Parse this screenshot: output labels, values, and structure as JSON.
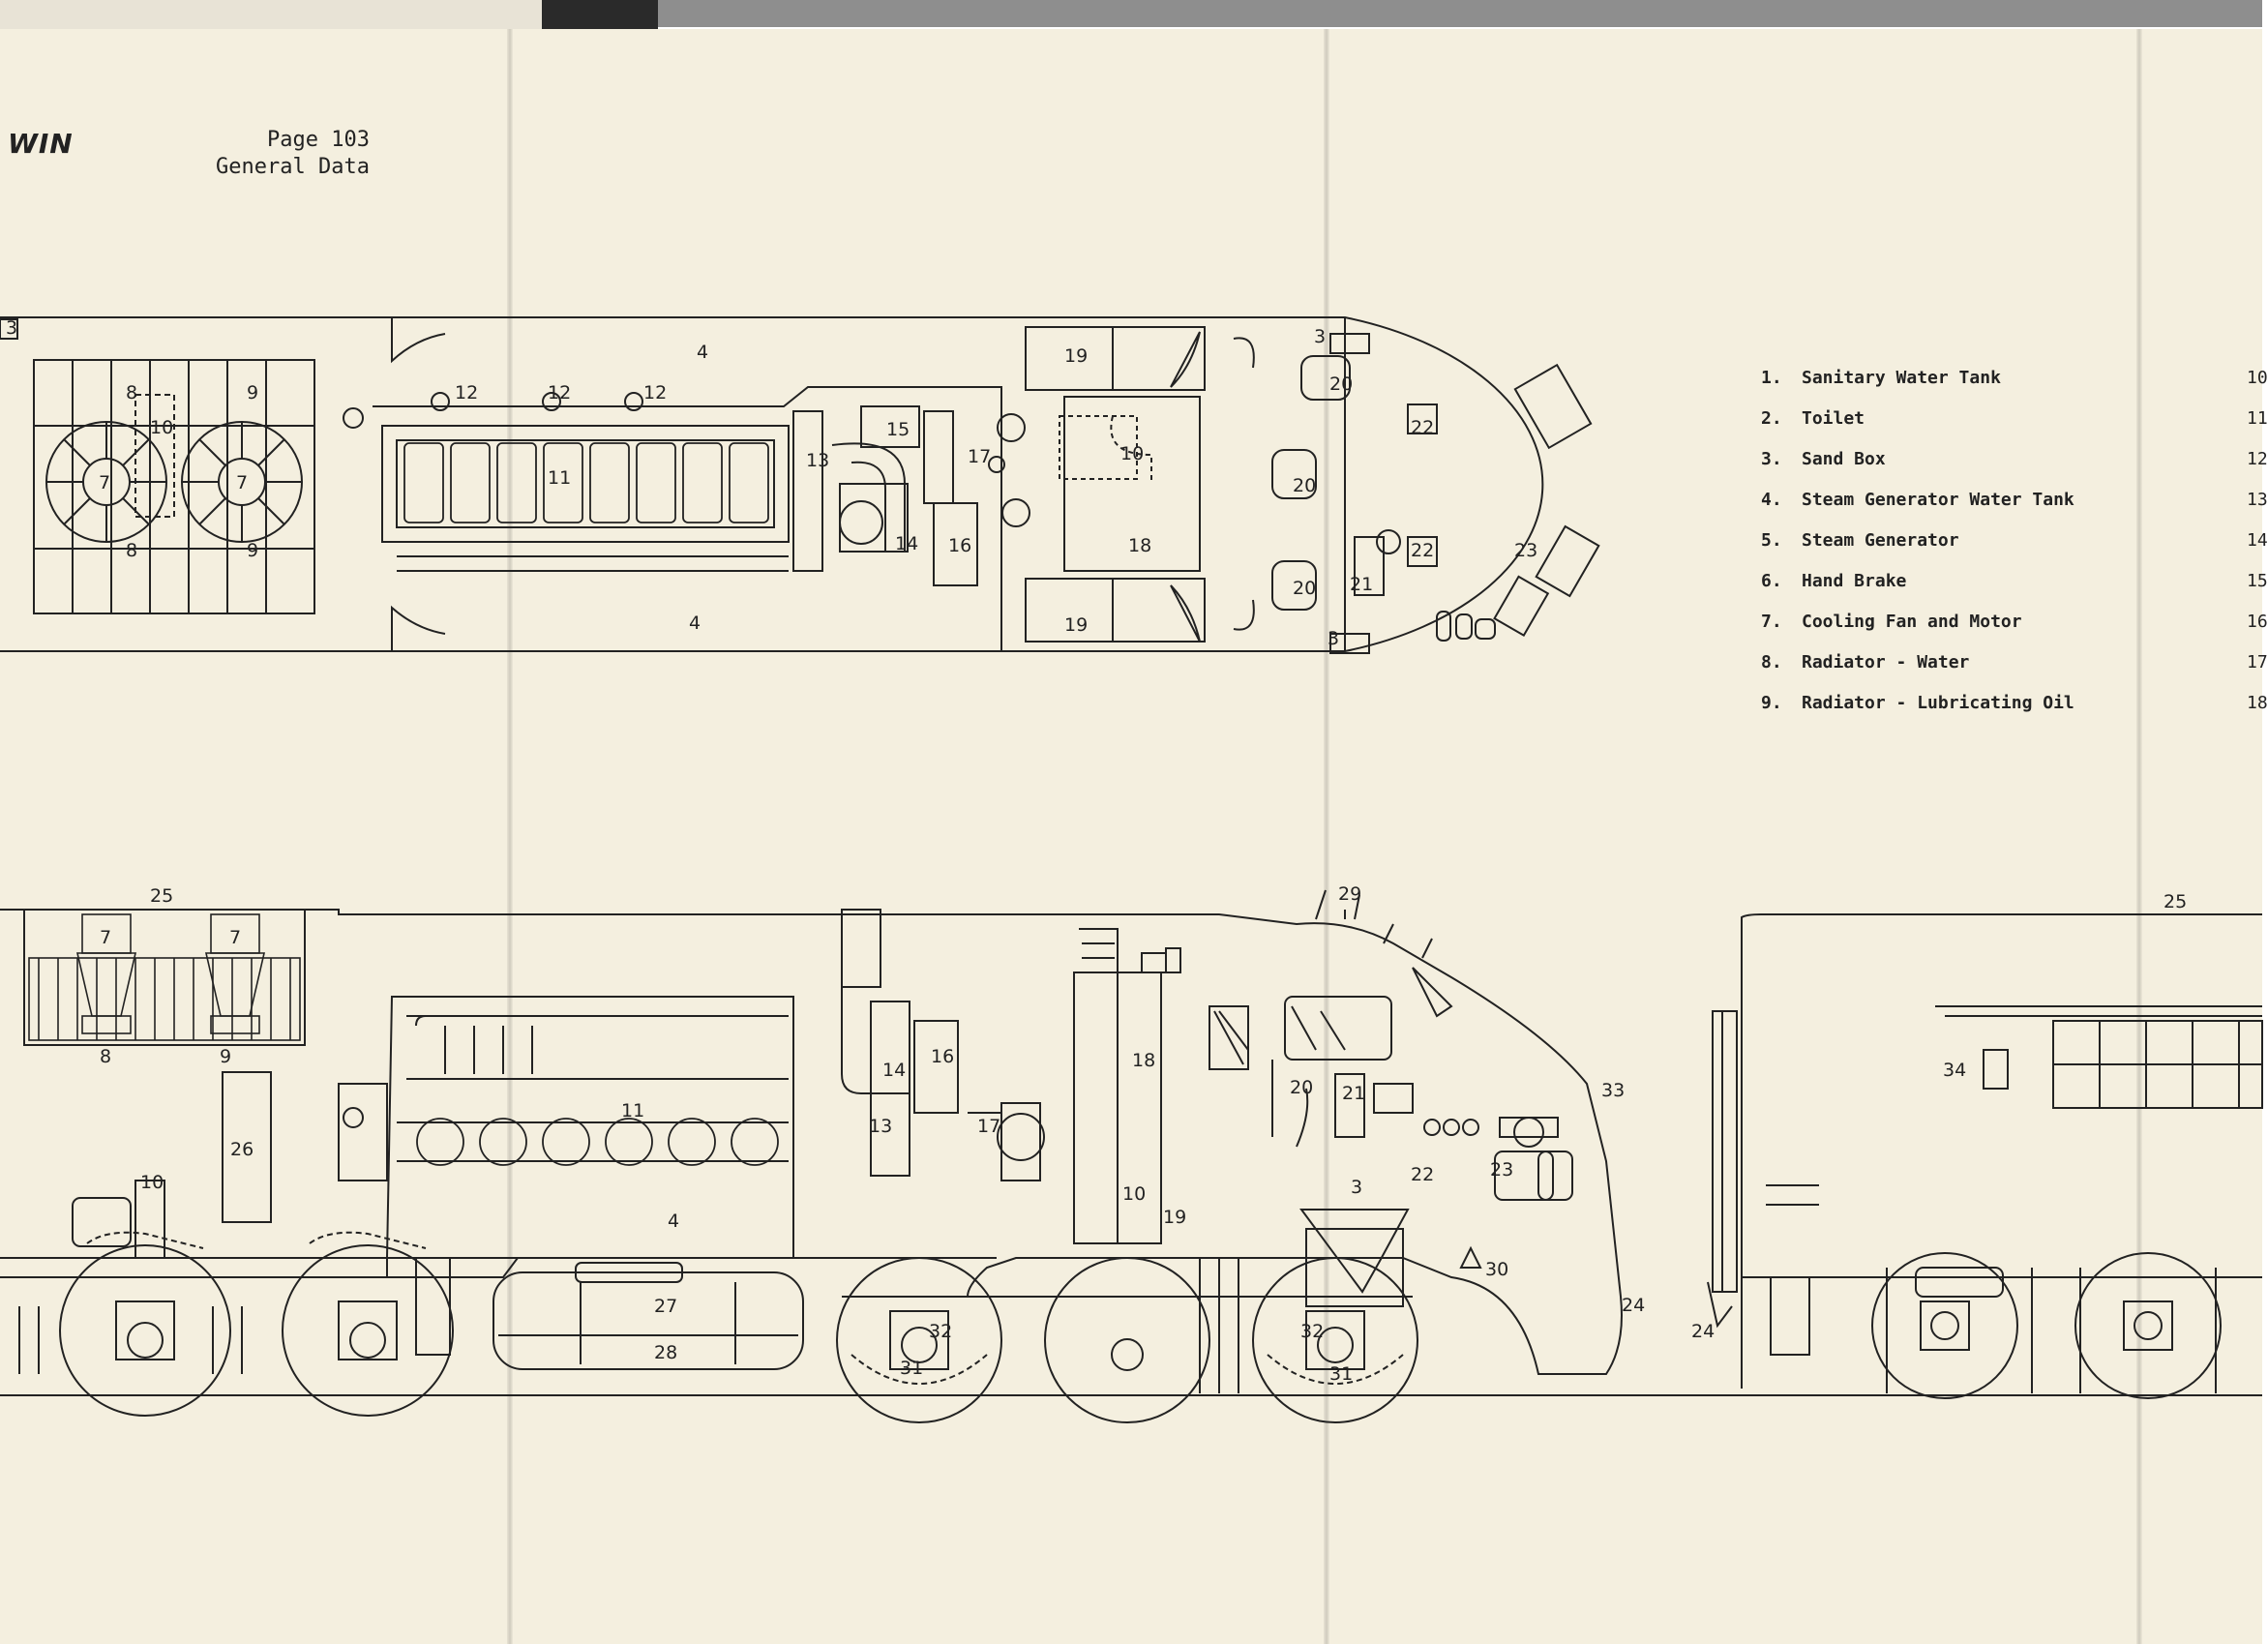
{
  "header": {
    "brand": "WIN",
    "page": "Page 103",
    "section": "General Data"
  },
  "legend_items": [
    {
      "num": "1.",
      "label": "Sanitary Water Tank"
    },
    {
      "num": "2.",
      "label": "Toilet"
    },
    {
      "num": "3.",
      "label": "Sand Box"
    },
    {
      "num": "4.",
      "label": "Steam Generator Water Tank"
    },
    {
      "num": "5.",
      "label": "Steam Generator"
    },
    {
      "num": "6.",
      "label": "Hand Brake"
    },
    {
      "num": "7.",
      "label": "Cooling Fan and Motor"
    },
    {
      "num": "8.",
      "label": "Radiator - Water"
    },
    {
      "num": "9.",
      "label": "Radiator - Lubricating Oil"
    }
  ],
  "legend_cut_numbers": [
    "10",
    "11",
    "12",
    "13",
    "14",
    "15",
    "16",
    "17",
    "18"
  ],
  "plan_callouts": {
    "c3a": "3",
    "c3b": "3",
    "c3c": "3",
    "c4a": "4",
    "c4b": "4",
    "c7a": "7",
    "c7b": "7",
    "c8a": "8",
    "c8b": "8",
    "c9a": "9",
    "c9b": "9",
    "c10a": "10",
    "c10b": "10",
    "c11": "11",
    "c12a": "12",
    "c12b": "12",
    "c12c": "12",
    "c13": "13",
    "c14": "14",
    "c15": "15",
    "c16": "16",
    "c17": "17",
    "c18": "18",
    "c19a": "19",
    "c19b": "19",
    "c20a": "20",
    "c20b": "20",
    "c20c": "20",
    "c21": "21",
    "c22a": "22",
    "c22b": "22",
    "c23": "23"
  },
  "elevation_callouts": {
    "c25a": "25",
    "c25b": "25",
    "c7a": "7",
    "c7b": "7",
    "c8": "8",
    "c9": "9",
    "c10a": "10",
    "c10b": "10",
    "c26": "26",
    "c11": "11",
    "c4": "4",
    "c14": "14",
    "c16": "16",
    "c13": "13",
    "c17": "17",
    "c18": "18",
    "c19": "19",
    "c29": "29",
    "c20": "20",
    "c21": "21",
    "c22": "22",
    "c3": "3",
    "c23": "23",
    "c33": "33",
    "c30": "30",
    "c24a": "24",
    "c24b": "24",
    "c27": "27",
    "c28": "28",
    "c32a": "32",
    "c32b": "32",
    "c31a": "31",
    "c31b": "31",
    "c34": "34"
  }
}
